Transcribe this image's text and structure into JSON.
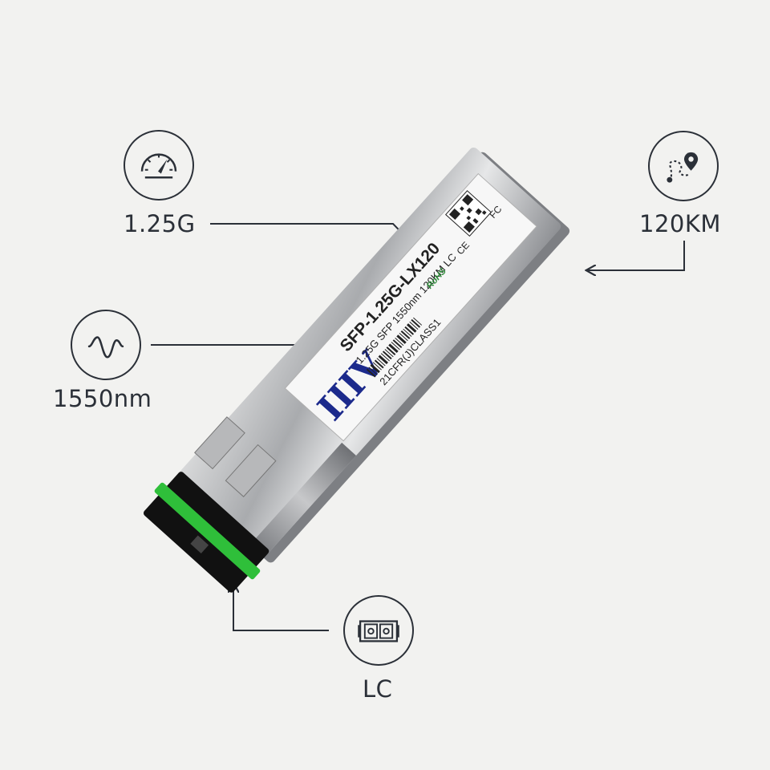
{
  "features": {
    "speed": {
      "label": "1.25G",
      "icon": "speedometer-icon"
    },
    "wavelength": {
      "label": "1550nm",
      "icon": "waveform-icon"
    },
    "distance": {
      "label": "120KM",
      "icon": "route-pin-icon"
    },
    "connector": {
      "label": "LC",
      "icon": "lc-duplex-connector-icon"
    }
  },
  "module_label": {
    "brand": "IIIV",
    "model": "SFP-1.25G-LX120",
    "spec": "1.25G SFP 1550nm 120KM LC",
    "class": "21CFR(J)CLASS1",
    "rohs": "RoHS",
    "ce": "CE",
    "fc": "FC"
  },
  "colors": {
    "background": "#f2f2f0",
    "ink": "#2b3038",
    "brand_blue": "#1c2a8c",
    "latch_green": "#2fbf3a",
    "rohs_green": "#2e8b3a"
  }
}
